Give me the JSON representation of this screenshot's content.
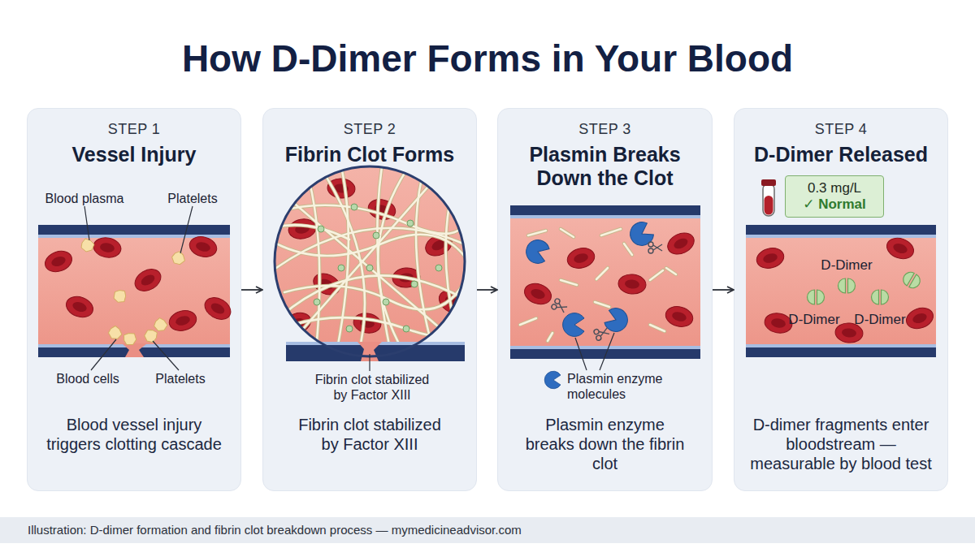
{
  "diagram": {
    "title": "How D-Dimer Forms in Your Blood",
    "caption": "Illustration: D-dimer formation and fibrin clot breakdown process — mymedicineadvisor.com",
    "nodes": [
      {
        "text": [
          "STEP 1",
          "Vessel Injury",
          "Blood vessel injury triggers clotting cascade"
        ]
      },
      {
        "text": [
          "STEP 2",
          "Fibrin Clot Forms",
          "Fibrin clot stabilized by Factor XIII"
        ]
      },
      {
        "text": [
          "STEP 3",
          "Plasmin Breaks Down the Clot",
          "Plasmin enzyme breaks down the fibrin clot"
        ]
      },
      {
        "text": [
          "STEP 4",
          "D-Dimer Released",
          "D-dimer fragments enter bloodstream — measurable by blood test"
        ]
      },
      {
        "text": [
          "0.3 mg/L",
          "✓ Normal"
        ],
        "in": 3
      }
    ],
    "edges": [
      {
        "from": 0,
        "to": 1,
        "arrow": "to"
      },
      {
        "from": 1,
        "to": 2,
        "arrow": "to"
      },
      {
        "from": 2,
        "to": 3,
        "arrow": "to"
      }
    ],
    "labels": [
      "Blood plasma",
      "Platelets",
      "Blood cells",
      "Platelets",
      "Fibrin clot stabilized by Factor XIII",
      "Plasmin enzyme molecules",
      "D-Dimer",
      "D-Dimer",
      "D-Dimer"
    ]
  }
}
